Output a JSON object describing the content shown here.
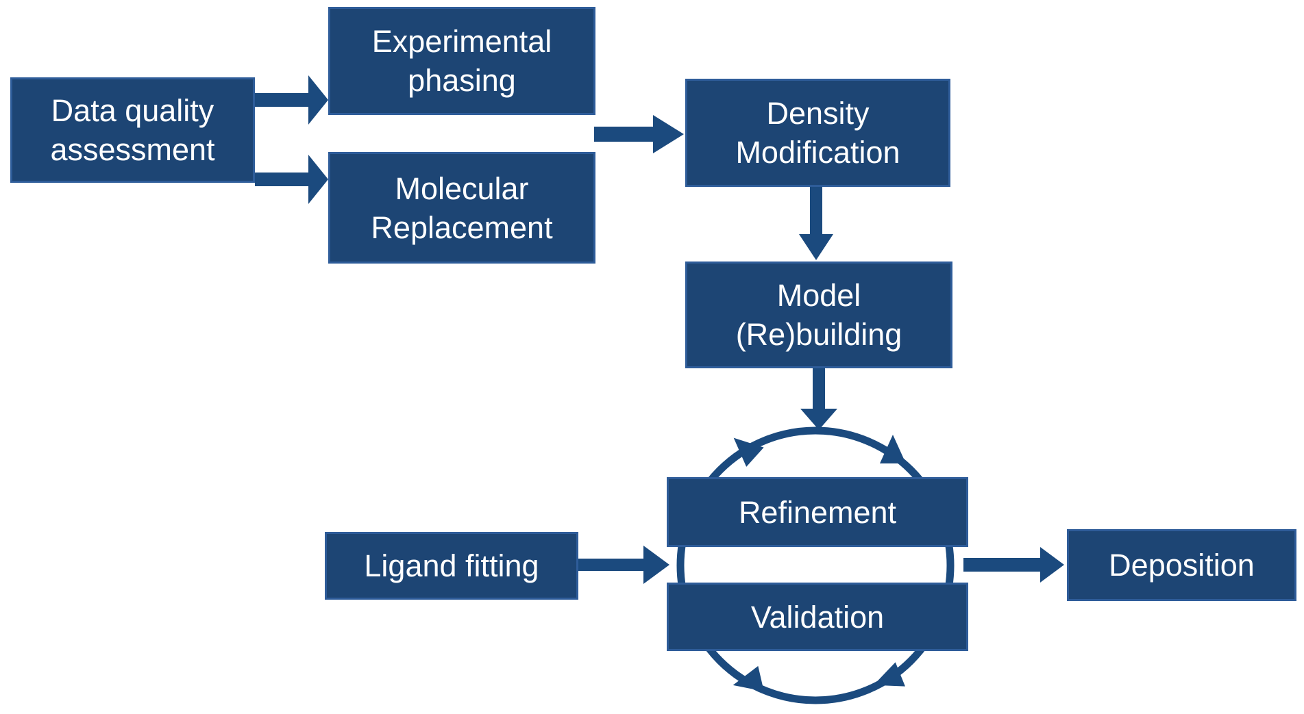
{
  "diagram": {
    "type": "flowchart",
    "colors": {
      "bg": "#ffffff",
      "node_fill": "#1d4574",
      "node_border": "#2e5c99",
      "arrow": "#1b4a7e",
      "text": "#ffffff"
    },
    "nodes": [
      {
        "id": "data-quality-assessment",
        "lines": [
          "Data quality",
          "assessment"
        ]
      },
      {
        "id": "experimental-phasing",
        "lines": [
          "Experimental",
          "phasing"
        ]
      },
      {
        "id": "molecular-replacement",
        "lines": [
          "Molecular",
          "Replacement"
        ]
      },
      {
        "id": "density-modification",
        "lines": [
          "Density",
          "Modification"
        ]
      },
      {
        "id": "model-rebuilding",
        "lines": [
          "Model",
          "(Re)building"
        ]
      },
      {
        "id": "refinement",
        "lines": [
          "Refinement"
        ]
      },
      {
        "id": "validation",
        "lines": [
          "Validation"
        ]
      },
      {
        "id": "ligand-fitting",
        "lines": [
          "Ligand fitting"
        ]
      },
      {
        "id": "deposition",
        "lines": [
          "Deposition"
        ]
      }
    ],
    "connections": [
      {
        "from": "data-quality-assessment",
        "to": "experimental-phasing"
      },
      {
        "from": "data-quality-assessment",
        "to": "molecular-replacement"
      },
      {
        "from": "experimental-phasing-and-molecular-replacement",
        "to": "density-modification"
      },
      {
        "from": "density-modification",
        "to": "model-rebuilding"
      },
      {
        "from": "model-rebuilding",
        "to": "refinement-validation-cycle"
      },
      {
        "from": "ligand-fitting",
        "to": "refinement-validation-cycle"
      },
      {
        "from": "refinement-validation-cycle",
        "to": "deposition"
      },
      {
        "from": "refinement",
        "to": "validation",
        "style": "iterative-cycle"
      }
    ]
  }
}
